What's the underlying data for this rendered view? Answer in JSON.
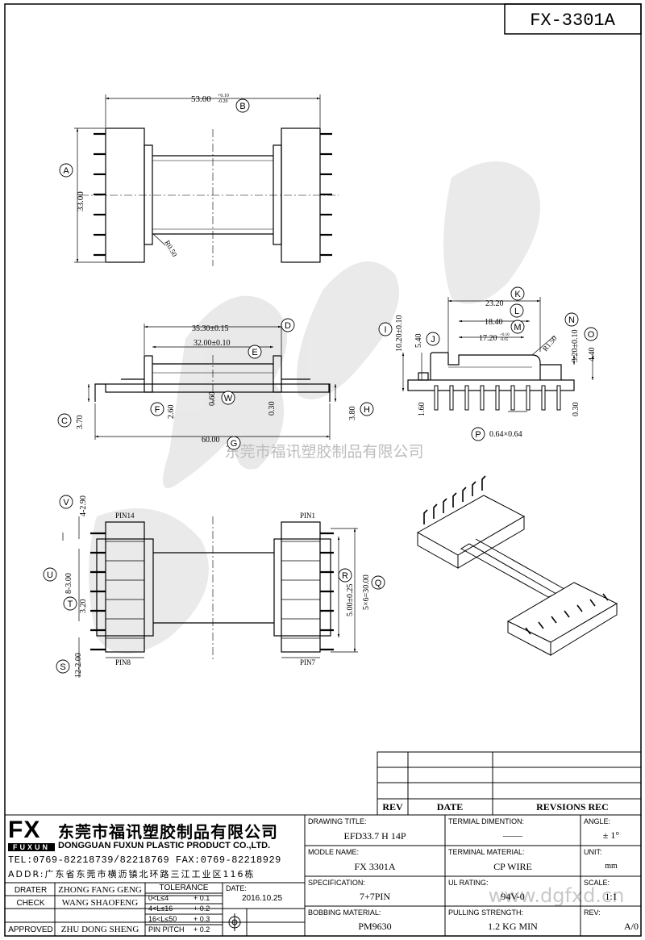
{
  "header": {
    "part_number": "FX-3301A"
  },
  "dimensions": {
    "B": "53.00",
    "B_tol_upper": "+0.10",
    "B_tol_lower": "-0.20",
    "A": "33.00",
    "R": "R0.50",
    "D": "35.30±0.15",
    "E": "32.00±0.10",
    "C": "60.00",
    "F": "2.60",
    "W": "0.60",
    "X": "0.30",
    "H": "3.80",
    "C_side": "3.70",
    "K": "23.20",
    "L": "18.40",
    "M": "17.20",
    "M_tol_upper": "+0.10",
    "M_tol_lower": "-0.05",
    "I": "10.20±0.10",
    "J": "5.40",
    "N": "R1.50",
    "N2": "3.20±0.10",
    "O": "4.40",
    "G": "1.60",
    "Y": "0.30",
    "P": "0.64×0.64",
    "V": "4-2.90",
    "U": "8-3.00",
    "T": "3.20",
    "S": "12-2.00",
    "Q": "5×6=30.00",
    "R_pitch": "5.00±0.25"
  },
  "balloons": [
    "A",
    "B",
    "C",
    "D",
    "E",
    "F",
    "G",
    "H",
    "I",
    "J",
    "K",
    "L",
    "M",
    "N",
    "O",
    "P",
    "Q",
    "R",
    "S",
    "T",
    "U",
    "V",
    "W"
  ],
  "pin_labels": {
    "pin14": "PIN14",
    "pin1": "PIN1",
    "pin8": "PIN8",
    "pin7": "PIN7"
  },
  "watermark": {
    "company": "东莞市福讯塑胶制品有限公司",
    "site": "www.dgfxd.cn"
  },
  "revision_table": {
    "col_rev": "REV",
    "col_date": "DATE",
    "col_rec": "REVSIONS REC"
  },
  "title_block": {
    "logo": "FX",
    "logo_sub": "FUXUN",
    "company_cn": "东莞市福讯塑胶制品有限公司",
    "company_en": "DONGGUAN FUXUN PLASTIC PRODUCT CO.,LTD.",
    "tel_fax": "TEL:0769-82218739/82218769 FAX:0769-82218929",
    "address": "ADDR:广东省东莞市横沥镇北环路三江工业区116栋",
    "drater_label": "DRATER",
    "drater": "ZHONG FANG GENG",
    "check_label": "CHECK",
    "check": "WANG SHAOFENG",
    "approved_label": "APPROVED",
    "approved": "ZHU DONG SHENG",
    "tolerance_label": "TOLERANCE",
    "tol1": "0<L≤4",
    "tol1v": "+ 0.1",
    "tol2": "4<L≤16",
    "tol2v": "+ 0.2",
    "tol3": "16<L≤50",
    "tol3v": "+ 0.3",
    "tol4": "PIN PITCH",
    "tol4v": "+ 0.2",
    "date_label": "DATE:",
    "date": "2016.10.25",
    "drawing_title_label": "DRAWING TITLE:",
    "drawing_title": "EFD33.7 H 14P",
    "terminal_dim_label": "TERMIAL DIMENTION:",
    "terminal_dim": "——",
    "angle_label": "ANGLE:",
    "angle": "± 1°",
    "model_label": "MODLE NAME:",
    "model": "FX 3301A",
    "terminal_mat_label": "TERMINAL MATERIAL:",
    "terminal_mat": "CP WIRE",
    "unit_label": "UNIT:",
    "unit": "mm",
    "spec_label": "SPECIFICATION:",
    "spec": "7+7PIN",
    "ul_label": "UL RATING:",
    "ul": "94V-0",
    "scale_label": "SCALE:",
    "scale": "1:1",
    "bobbin_label": "BOBBING MATERIAL:",
    "bobbin": "PM9630",
    "pull_label": "PULLING STRENGTH:",
    "pull": "1.2 KG MIN",
    "rev_label": "REV:",
    "rev": "A/0"
  }
}
